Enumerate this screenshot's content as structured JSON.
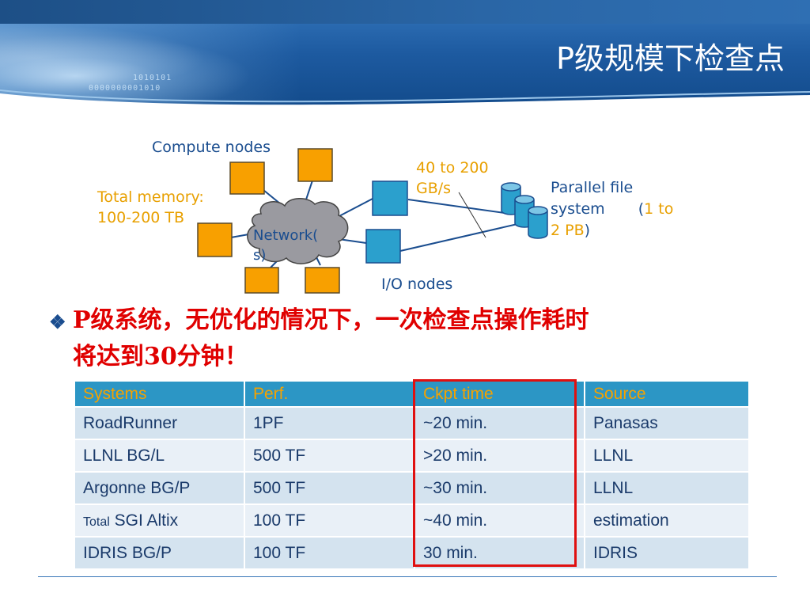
{
  "slide": {
    "title": "P级规模下检查点",
    "binary_line1": "1010101",
    "binary_line2": "0000000001010",
    "colors": {
      "header": "#1d5aa0",
      "accent_orange": "#e8a000",
      "table_header": "#2c96c5",
      "highlight_red": "#e01010"
    }
  },
  "diagram": {
    "compute_label": "Compute nodes",
    "memory_label_1": "Total memory:",
    "memory_label_2": "100-200 TB",
    "network_label_1": "Network(",
    "network_label_2": "s)",
    "bandwidth_1": "40 to 200",
    "bandwidth_2": "GB/s",
    "fs_label_1": "Parallel file",
    "fs_label_2a": "system",
    "fs_paren_open": "(",
    "fs_cap_1": "1 to",
    "fs_cap_2": "2 PB",
    "fs_paren_close": ")",
    "io_label": "I/O nodes",
    "icons": [
      "compute-node-icon",
      "network-cloud-icon",
      "io-node-icon",
      "storage-disk-icon"
    ]
  },
  "bullet": {
    "marker": "❖",
    "line1": "P级系统，无优化的情况下，一次检查点操作耗时",
    "line2": "将达到30分钟！"
  },
  "table": {
    "headers": [
      "Systems",
      "Perf.",
      "Ckpt time",
      "Source"
    ],
    "rows": [
      {
        "system": "RoadRunner",
        "perf": "1PF",
        "ckpt": "~20 min.",
        "source": "Panasas"
      },
      {
        "system": "LLNL BG/L",
        "perf": "500 TF",
        "ckpt": ">20 min.",
        "source": "LLNL"
      },
      {
        "system": "Argonne BG/P",
        "perf": "500 TF",
        "ckpt": "~30 min.",
        "source": "LLNL"
      },
      {
        "system_prefix": "Total",
        "system": "SGI Altix",
        "perf": "100 TF",
        "ckpt": "~40 min.",
        "source": "estimation"
      },
      {
        "system": "IDRIS BG/P",
        "perf": "100 TF",
        "ckpt": "30 min.",
        "source": "IDRIS"
      }
    ]
  }
}
